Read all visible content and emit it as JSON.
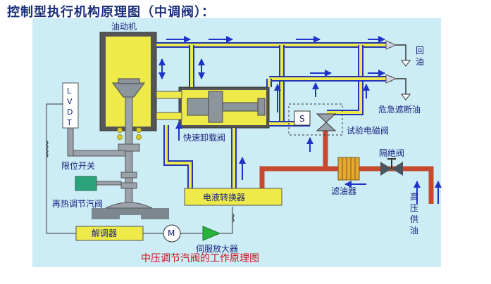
{
  "heading": "控制型执行机构原理图（中调阀）：",
  "labels": {
    "actuator": "油动机",
    "return_oil": [
      "回",
      "油"
    ],
    "emergency_trip_oil": "危急遮断油",
    "quick_unload_valve": "快速卸载阀",
    "test_solenoid_valve": "试验电磁阀",
    "solenoid_symbol": "S",
    "lvdt": [
      "L",
      "V",
      "D",
      "T"
    ],
    "limit_switch": "限位开关",
    "isolation_valve": "隔绝阀",
    "ehc_converter": "电液转换器",
    "oil_filter": "滤油器",
    "hp_supply_oil": [
      "高",
      "压",
      "供",
      "油"
    ],
    "reheat_valve": "再热调节汽阀",
    "demodulator": "解调器",
    "motor_symbol": "M",
    "servo_amplifier": "伺服放大器"
  },
  "caption": "中压调节汽阀的工作原理图",
  "colors": {
    "background_panel": "#ccecf6",
    "oil_yellow": "#eeea4a",
    "pipe_blue": "#2436b8",
    "pipe_red": "#c64a2e",
    "flow_arrow": "#1f33c8",
    "heading_text": "#1a2f7a",
    "caption_text": "#d0101a",
    "amplifier_green": "#27b33c",
    "motor_fill": "#ffffff",
    "steel_gray": "#7d8790"
  }
}
